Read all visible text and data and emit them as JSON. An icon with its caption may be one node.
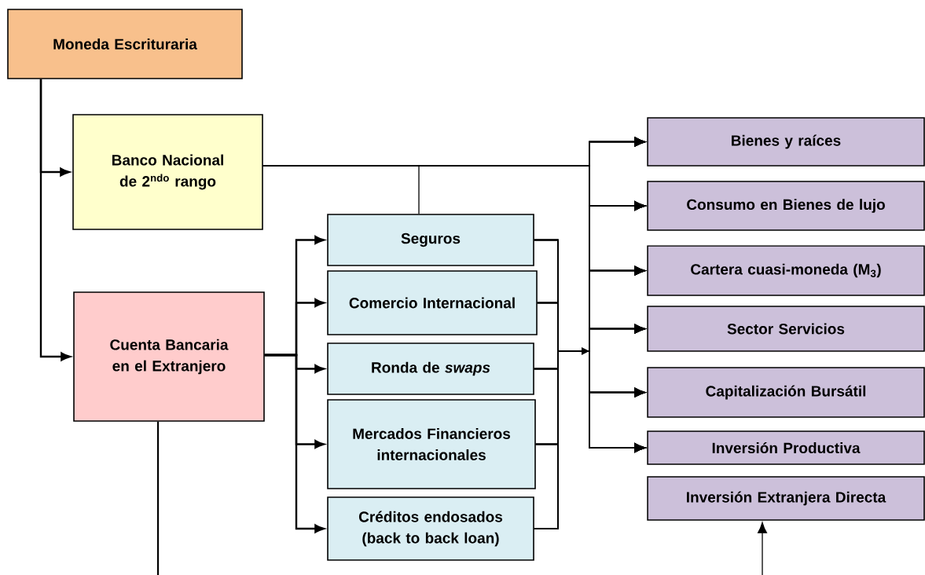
{
  "diagram": {
    "nodes": [
      {
        "text": [
          "Moneda Escrituraria"
        ]
      },
      {
        "text": [
          "Banco Nacional de 2$^{ndo}$ rango"
        ]
      },
      {
        "text": [
          "Cuenta Bancaria en el Extranjero"
        ]
      },
      {
        "text": [
          "Seguros"
        ]
      },
      {
        "text": [
          "Comercio Internacional"
        ]
      },
      {
        "text": [
          "Ronda de *swaps*"
        ]
      },
      {
        "text": [
          "Mercados Financieros internacionales"
        ]
      },
      {
        "text": [
          "Créditos endosados (back to back loan)"
        ]
      },
      {
        "text": [
          "Bienes y raíces"
        ]
      },
      {
        "text": [
          "Consumo en Bienes de lujo"
        ]
      },
      {
        "text": [
          "Cartera cuasi-moneda (M$_{3}$)"
        ]
      },
      {
        "text": [
          "Sector Servicios"
        ]
      },
      {
        "text": [
          "Capitalización Bursátil"
        ]
      },
      {
        "text": [
          "Inversión Productiva"
        ]
      },
      {
        "text": [
          "Inversión Extranjera Directa"
        ]
      }
    ],
    "edges": [
      {
        "from": 0,
        "to": 1,
        "arrow": "to"
      },
      {
        "from": 0,
        "to": 2,
        "arrow": "to"
      },
      {
        "from": 2,
        "to": 3,
        "arrow": "to"
      },
      {
        "from": 2,
        "to": 4,
        "arrow": "to"
      },
      {
        "from": 2,
        "to": 5,
        "arrow": "to"
      },
      {
        "from": 2,
        "to": 6,
        "arrow": "to"
      },
      {
        "from": 2,
        "to": 7,
        "arrow": "to"
      },
      {
        "from": 2,
        "to": null,
        "arrow": "none"
      },
      {
        "from": 1,
        "to": 3,
        "arrow": "none"
      },
      {
        "from": 1,
        "to": 8,
        "arrow": "to"
      },
      {
        "from": 1,
        "to": 9,
        "arrow": "to"
      },
      {
        "from": 1,
        "to": 10,
        "arrow": "to"
      },
      {
        "from": 1,
        "to": 11,
        "arrow": "to"
      },
      {
        "from": 1,
        "to": 12,
        "arrow": "to"
      },
      {
        "from": 1,
        "to": 13,
        "arrow": "to"
      },
      {
        "from": 3,
        "to": 8,
        "arrow": "to"
      },
      {
        "from": 3,
        "to": 9,
        "arrow": "to"
      },
      {
        "from": 3,
        "to": 10,
        "arrow": "to"
      },
      {
        "from": 3,
        "to": 11,
        "arrow": "to"
      },
      {
        "from": 3,
        "to": 12,
        "arrow": "to"
      },
      {
        "from": 3,
        "to": 13,
        "arrow": "to"
      },
      {
        "from": 4,
        "to": 8,
        "arrow": "to"
      },
      {
        "from": 4,
        "to": 9,
        "arrow": "to"
      },
      {
        "from": 4,
        "to": 10,
        "arrow": "to"
      },
      {
        "from": 4,
        "to": 11,
        "arrow": "to"
      },
      {
        "from": 4,
        "to": 12,
        "arrow": "to"
      },
      {
        "from": 4,
        "to": 13,
        "arrow": "to"
      },
      {
        "from": 5,
        "to": 8,
        "arrow": "to"
      },
      {
        "from": 5,
        "to": 9,
        "arrow": "to"
      },
      {
        "from": 5,
        "to": 10,
        "arrow": "to"
      },
      {
        "from": 5,
        "to": 11,
        "arrow": "to"
      },
      {
        "from": 5,
        "to": 12,
        "arrow": "to"
      },
      {
        "from": 5,
        "to": 13,
        "arrow": "to"
      },
      {
        "from": 6,
        "to": 8,
        "arrow": "to"
      },
      {
        "from": 6,
        "to": 9,
        "arrow": "to"
      },
      {
        "from": 6,
        "to": 10,
        "arrow": "to"
      },
      {
        "from": 6,
        "to": 11,
        "arrow": "to"
      },
      {
        "from": 6,
        "to": 12,
        "arrow": "to"
      },
      {
        "from": 6,
        "to": 13,
        "arrow": "to"
      },
      {
        "from": 7,
        "to": 8,
        "arrow": "to"
      },
      {
        "from": 7,
        "to": 9,
        "arrow": "to"
      },
      {
        "from": 7,
        "to": 10,
        "arrow": "to"
      },
      {
        "from": 7,
        "to": 11,
        "arrow": "to"
      },
      {
        "from": 7,
        "to": 12,
        "arrow": "to"
      },
      {
        "from": 7,
        "to": 13,
        "arrow": "to"
      },
      {
        "from": null,
        "to": 14,
        "arrow": "to"
      }
    ]
  }
}
